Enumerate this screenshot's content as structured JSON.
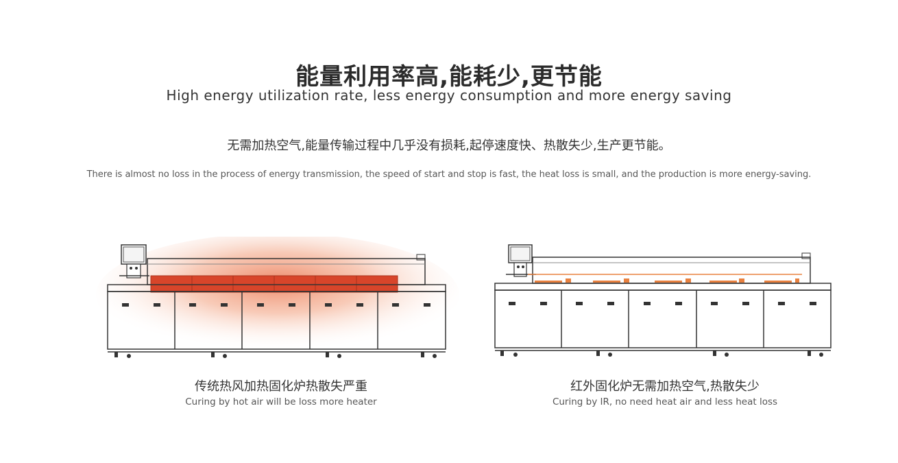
{
  "header": {
    "title_zh": "能量利用率高,能耗少,更节能",
    "title_en": "High energy utilization rate, less energy consumption and more energy saving"
  },
  "description": {
    "zh": "无需加热空气,能量传输过程中几乎没有损耗,起停速度快、热散失少,生产更节能。",
    "en": "There is almost no loss in the process of energy transmission, the speed of start and stop is fast, the heat loss is small, and the production is more energy-saving."
  },
  "comparison": {
    "hot_air": {
      "caption_zh": "传统热风加热固化炉热散失严重",
      "caption_en": "Curing by hot air will be loss more heater"
    },
    "infrared": {
      "caption_zh": "红外固化炉无需加热空气,热散失少",
      "caption_en": "Curing by IR, no need heat air and less heat loss"
    }
  },
  "colors": {
    "heat_glow": "#e8643a",
    "heater_block": "#d8452a",
    "ir_line": "#e8803f",
    "outline": "#333333"
  }
}
